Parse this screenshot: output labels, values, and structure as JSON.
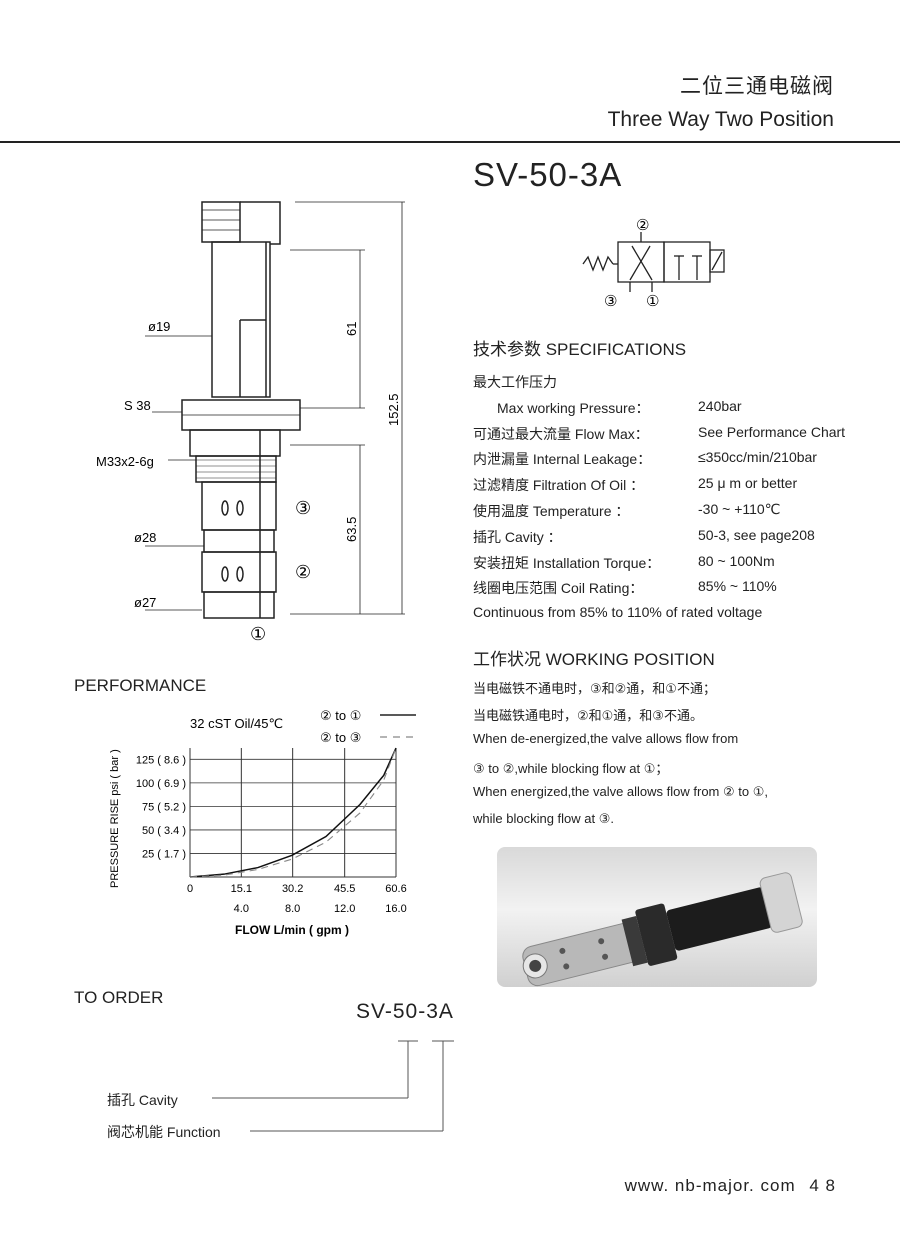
{
  "header": {
    "title_cn": "二位三通电磁阀",
    "title_en": "Three Way Two Position"
  },
  "model": "SV-50-3A",
  "drawing": {
    "dims": {
      "d19": "ø19",
      "s38": "S 38",
      "thread": "M33x2-6g",
      "d28": "ø28",
      "d27": "ø27",
      "len61": "61",
      "len152": "152.5",
      "len63": "63.5"
    },
    "ports": {
      "p3": "③",
      "p2": "②",
      "p1": "①"
    }
  },
  "symbol": {
    "p2": "②",
    "p3": "③",
    "p1": "①"
  },
  "specs": {
    "title": "技术参数 SPECIFICATIONS",
    "pressure_cn": "最大工作压力",
    "rows": [
      {
        "label": "Max working Pressure：",
        "value": "240bar"
      },
      {
        "label": "可通过最大流量 Flow Max：",
        "value": "See Performance Chart"
      },
      {
        "label": "内泄漏量 Internal Leakage：",
        "value": "≤350cc/min/210bar"
      },
      {
        "label": "过滤精度 Filtration Of Oil ：",
        "value": "25 μ m or better"
      },
      {
        "label": "使用温度 Temperature ：",
        "value": "-30 ~ +110℃"
      },
      {
        "label": "插孔 Cavity ：",
        "value": "50-3, see page208"
      },
      {
        "label": "安装扭矩 Installation Torque：",
        "value": "80 ~ 100Nm"
      },
      {
        "label": "线圈电压范围 Coil Rating：",
        "value": "85% ~ 110%"
      }
    ],
    "continuous": "Continuous from 85% to 110% of rated voltage"
  },
  "working": {
    "title": "工作状况 WORKING POSITION",
    "lines": [
      "当电磁铁不通电时，③和②通，和①不通；",
      "当电磁铁通电时，②和①通，和③不通。",
      "When de-energized,the valve allows flow from",
      "③ to ②,while blocking flow at ①；",
      "When energized,the valve allows flow from ② to ①,",
      "while blocking flow at ③."
    ]
  },
  "performance": {
    "title": "PERFORMANCE"
  },
  "chart_data": {
    "type": "line",
    "annotation": "32 cST Oil/45℃",
    "ylabel": "PRESSURE RISE psi ( bar )",
    "xlabel": "FLOW L/min ( gpm )",
    "x_ticks_lpm": [
      "0",
      "15.1",
      "30.2",
      "45.5",
      "60.6"
    ],
    "x_ticks_gpm": [
      "4.0",
      "8.0",
      "12.0",
      "16.0"
    ],
    "y_ticks": [
      "125 ( 8.6 )",
      "100 ( 6.9 )",
      "75 ( 5.2 )",
      "50 ( 3.4 )",
      "25 ( 1.7 )"
    ],
    "xlim": [
      0,
      60.6
    ],
    "ylim": [
      0,
      137
    ],
    "grid": true,
    "legend_position": "top-right",
    "series": [
      {
        "name": "② to ①",
        "style": "solid",
        "x": [
          0,
          10,
          20,
          30,
          40,
          50,
          57,
          60.6
        ],
        "y": [
          0,
          3,
          10,
          23,
          43,
          77,
          108,
          137
        ]
      },
      {
        "name": "② to ③",
        "style": "dashed",
        "x": [
          0,
          10,
          20,
          30,
          40,
          50,
          57,
          60.6
        ],
        "y": [
          0,
          2,
          8,
          19,
          37,
          68,
          103,
          137
        ]
      }
    ]
  },
  "order": {
    "title": "TO ORDER",
    "model": "SV-50-3A",
    "cavity": "插孔 Cavity",
    "function": "阀芯机能  Function"
  },
  "footer": {
    "url": "www. nb-major. com",
    "page": "4 8"
  }
}
